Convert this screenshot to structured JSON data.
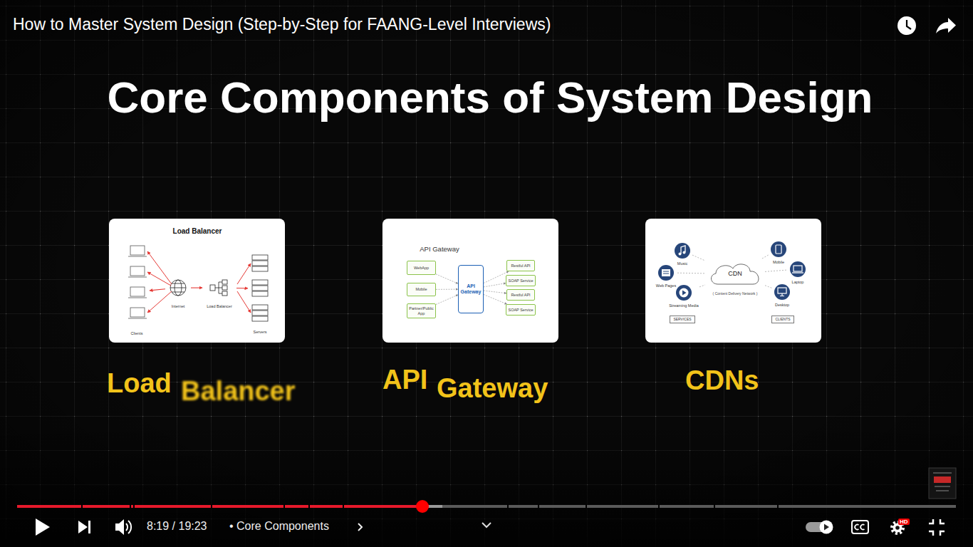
{
  "diagram": {
    "title": "Core Components of System Design",
    "nodes": [
      {
        "text": [
          "Clients"
        ]
      },
      {
        "text": [
          "Internet"
        ]
      },
      {
        "text": [
          "Load Balancer"
        ]
      },
      {
        "text": [
          "Servers"
        ]
      },
      {
        "text": [
          "WebApp"
        ]
      },
      {
        "text": [
          "Mobile"
        ]
      },
      {
        "text": [
          "Partner/Public App"
        ]
      },
      {
        "text": [
          "API Gateway"
        ]
      },
      {
        "text": [
          "Restful API"
        ]
      },
      {
        "text": [
          "SOAP Service"
        ]
      },
      {
        "text": [
          "Restful API"
        ]
      },
      {
        "text": [
          "SOAP Service"
        ]
      },
      {
        "text": [
          "Music"
        ]
      },
      {
        "text": [
          "Web Pages"
        ]
      },
      {
        "text": [
          "Streaming Media"
        ]
      },
      {
        "text": [
          "CDN",
          "( Content Delivery Network )"
        ]
      },
      {
        "text": [
          "Mobile"
        ]
      },
      {
        "text": [
          "Laptop"
        ]
      },
      {
        "text": [
          "Desktop"
        ]
      },
      {
        "text": [
          "SERVICES"
        ]
      },
      {
        "text": [
          "CLIENTS"
        ]
      }
    ],
    "edges": [
      {
        "from": 1,
        "to": 0,
        "arrow": "to"
      },
      {
        "from": 1,
        "to": 2,
        "arrow": "to"
      },
      {
        "from": 2,
        "to": 3,
        "arrow": "to"
      },
      {
        "from": 4,
        "to": 7,
        "arrow": "to"
      },
      {
        "from": 5,
        "to": 7,
        "arrow": "to"
      },
      {
        "from": 6,
        "to": 7,
        "arrow": "to"
      },
      {
        "from": 7,
        "to": 8,
        "arrow": "to"
      },
      {
        "from": 7,
        "to": 9,
        "arrow": "to"
      },
      {
        "from": 7,
        "to": 10,
        "arrow": "to"
      },
      {
        "from": 7,
        "to": 11,
        "arrow": "to"
      },
      {
        "from": 12,
        "to": 15,
        "arrow": "none"
      },
      {
        "from": 13,
        "to": 15,
        "arrow": "none"
      },
      {
        "from": 14,
        "to": 15,
        "arrow": "none"
      },
      {
        "from": 15,
        "to": 16,
        "arrow": "none"
      },
      {
        "from": 15,
        "to": 17,
        "arrow": "none"
      },
      {
        "from": 15,
        "to": 18,
        "arrow": "none"
      }
    ],
    "labels": [
      "How to Master System Design (Step-by-Step for FAANG-Level Interviews)",
      "Load Balancer",
      "API Gateway",
      "Load",
      "Balancer",
      "API",
      "Gateway",
      "CDNs",
      "8:19 / 19:23",
      "• Core Components",
      "HD"
    ]
  }
}
